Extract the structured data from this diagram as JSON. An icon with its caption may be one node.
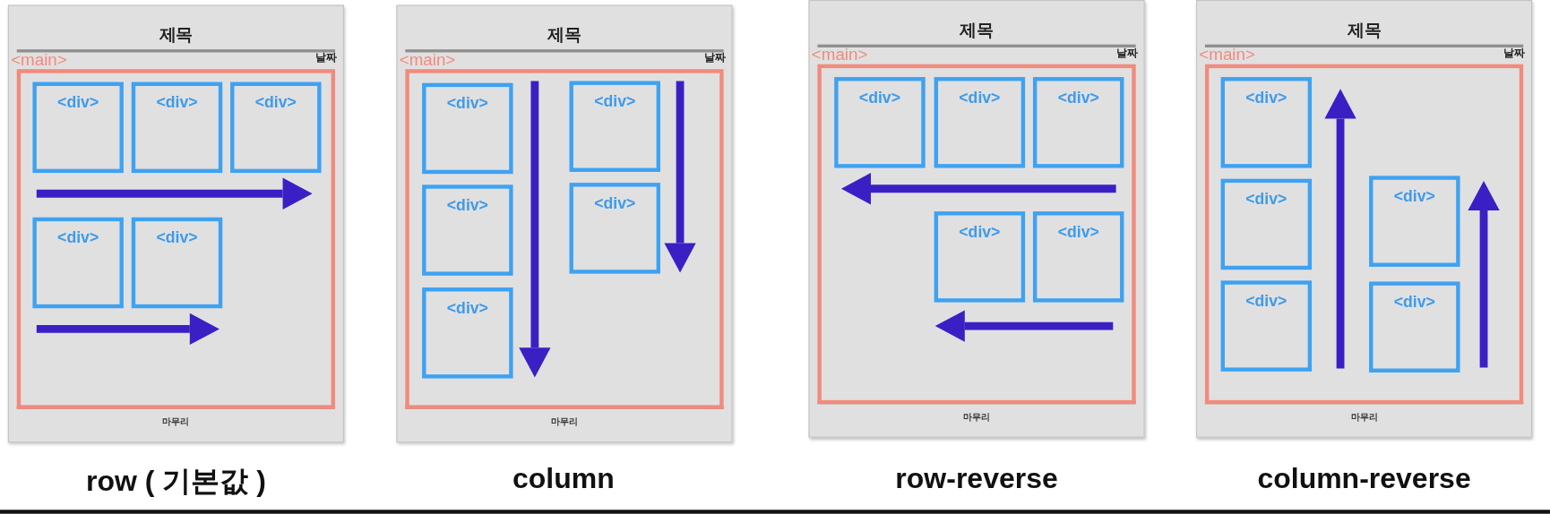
{
  "diagram": {
    "nodes": [
      {
        "text": [
          "제목",
          "날짜",
          "마무리"
        ],
        "beside": [
          "row ( 기본값 )"
        ]
      },
      {
        "text": [
          "<main>"
        ],
        "in": 0
      },
      {
        "text": [
          "<div>"
        ],
        "in": 1
      },
      {
        "text": [
          "<div>"
        ],
        "in": 1
      },
      {
        "text": [
          "<div>"
        ],
        "in": 1
      },
      {
        "text": [
          "<div>"
        ],
        "in": 1
      },
      {
        "text": [
          "<div>"
        ],
        "in": 1
      },
      {
        "text": [
          "제목",
          "날짜",
          "마무리"
        ],
        "beside": [
          "column"
        ]
      },
      {
        "text": [
          "<main>"
        ],
        "in": 7
      },
      {
        "text": [
          "<div>"
        ],
        "in": 8
      },
      {
        "text": [
          "<div>"
        ],
        "in": 8
      },
      {
        "text": [
          "<div>"
        ],
        "in": 8
      },
      {
        "text": [
          "<div>"
        ],
        "in": 8
      },
      {
        "text": [
          "<div>"
        ],
        "in": 8
      },
      {
        "text": [
          "제목",
          "날짜",
          "마무리"
        ],
        "beside": [
          "row-reverse"
        ]
      },
      {
        "text": [
          "<main>"
        ],
        "in": 14
      },
      {
        "text": [
          "<div>"
        ],
        "in": 15
      },
      {
        "text": [
          "<div>"
        ],
        "in": 15
      },
      {
        "text": [
          "<div>"
        ],
        "in": 15
      },
      {
        "text": [
          "<div>"
        ],
        "in": 15
      },
      {
        "text": [
          "<div>"
        ],
        "in": 15
      },
      {
        "text": [
          "제목",
          "날짜",
          "마무리"
        ],
        "beside": [
          "column-reverse"
        ]
      },
      {
        "text": [
          "<main>"
        ],
        "in": 21
      },
      {
        "text": [
          "<div>"
        ],
        "in": 22
      },
      {
        "text": [
          "<div>"
        ],
        "in": 22
      },
      {
        "text": [
          "<div>"
        ],
        "in": 22
      },
      {
        "text": [
          "<div>"
        ],
        "in": 22
      },
      {
        "text": [
          "<div>"
        ],
        "in": 22
      }
    ]
  }
}
